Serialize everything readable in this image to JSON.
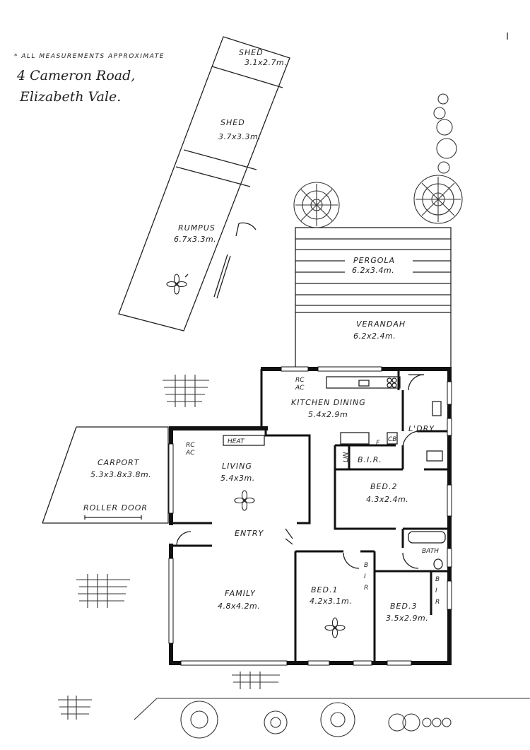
{
  "header": {
    "note": "* ALL MEASUREMENTS APPROXIMATE",
    "address_line1": "4 Cameron Road,",
    "address_line2": "Elizabeth Vale."
  },
  "rooms": {
    "shed_small": {
      "label": "SHED",
      "size": "3.1x2.7m."
    },
    "shed_large": {
      "label": "SHED",
      "size": "3.7x3.3m."
    },
    "rumpus": {
      "label": "RUMPUS",
      "size": "6.7x3.3m."
    },
    "pergola": {
      "label": "PERGOLA",
      "size": "6.2x3.4m."
    },
    "verandah": {
      "label": "VERANDAH",
      "size": "6.2x2.4m."
    },
    "kitchen": {
      "label": "KITCHEN DINING",
      "size": "5.4x2.9m"
    },
    "carport": {
      "label": "CARPORT",
      "size": "5.3x3.8x3.8m."
    },
    "roller_door": {
      "label": "ROLLER DOOR"
    },
    "living": {
      "label": "LIVING",
      "size": "5.4x3m."
    },
    "heat": {
      "label": "HEAT"
    },
    "laundry": {
      "label": "L'DRY"
    },
    "bir_hall": {
      "label": "B.I.R."
    },
    "bed2": {
      "label": "BED.2",
      "size": "4.3x2.4m."
    },
    "entry": {
      "label": "ENTRY"
    },
    "bath": {
      "label": "BATH"
    },
    "family": {
      "label": "FAMILY",
      "size": "4.8x4.2m."
    },
    "bed1": {
      "label": "BED.1",
      "size": "4.2x3.1m."
    },
    "bed3": {
      "label": "BED.3",
      "size": "3.5x2.9m."
    }
  },
  "small_labels": {
    "rc1": "RC",
    "ac1": "AC",
    "rc2": "RC",
    "ac2": "AC",
    "lin": "LIN",
    "f": "F",
    "cb": "CB",
    "bir1_b": "B",
    "bir1_i": "I",
    "bir1_r": "R",
    "bir3_b": "B",
    "bir3_i": "I",
    "bir3_r": "R"
  }
}
